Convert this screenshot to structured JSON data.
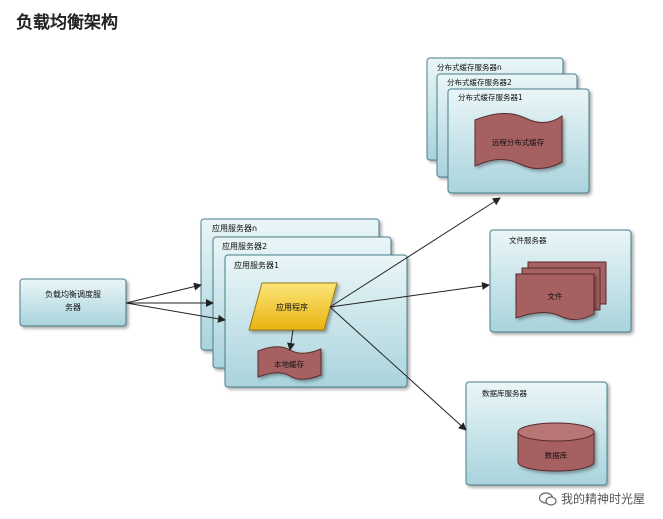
{
  "title": "负载均衡架构",
  "nodes": {
    "lb": "负载均衡调度服务器",
    "app_n": "应用服务器n",
    "app_2": "应用服务器2",
    "app_1": "应用服务器1",
    "app_program": "应用程序",
    "local_cache": "本地缓存",
    "cache_n": "分布式缓存服务器n",
    "cache_2": "分布式缓存服务器2",
    "cache_1": "分布式缓存服务器1",
    "remote_cache": "远程分布式缓存",
    "file_server": "文件服务器",
    "file": "文件",
    "db_server": "数据库服务器",
    "db": "数据库"
  },
  "watermark": "我的精神时光屋",
  "colors": {
    "box_fill_top": "#eaf6f8",
    "box_fill_bottom": "#a9d3dc",
    "box_stroke": "#4a7f8c",
    "maroon": "#a66162",
    "gold": "#f2c21c"
  }
}
